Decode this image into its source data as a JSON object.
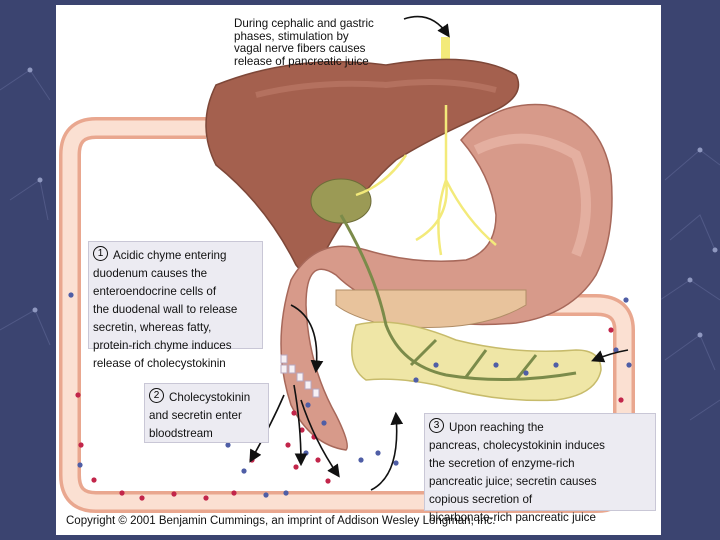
{
  "captions": {
    "vagal": "During cephalic and gastric\nphases, stimulation by\nvagal nerve fibers causes\nrelease of pancreatic juice",
    "step1_num": "1",
    "step1": "Acidic chyme entering\nduodenum causes the\nenteroendocrine cells of\nthe duodenal wall to release\nsecretin, whereas fatty,\nprotein-rich chyme induces\nrelease of cholecystokinin",
    "step2_num": "2",
    "step2": "Cholecystokinin\nand secretin enter\nbloodstream",
    "step3_num": "3",
    "step3": "Upon reaching the\npancreas, cholecystokinin induces\nthe secretion of enzyme-rich\npancreatic juice; secretin causes\ncopious secretion of\nbicarbonate-rich pancreatic juice"
  },
  "copyright": "Copyright © 2001 Benjamin Cummings, an imprint of Addison Wesley Longman, Inc.",
  "colors": {
    "background": "#3b4470",
    "liver": "#a4604e",
    "stomach": "#d79a8a",
    "pancreas": "#efe6a6",
    "gallbladder": "#9b9a55",
    "blood_vessel": "#f3c8b2",
    "nerve": "#f3ea7a",
    "hormone_red": "#c2254a",
    "hormone_blue": "#4f5ea6"
  }
}
